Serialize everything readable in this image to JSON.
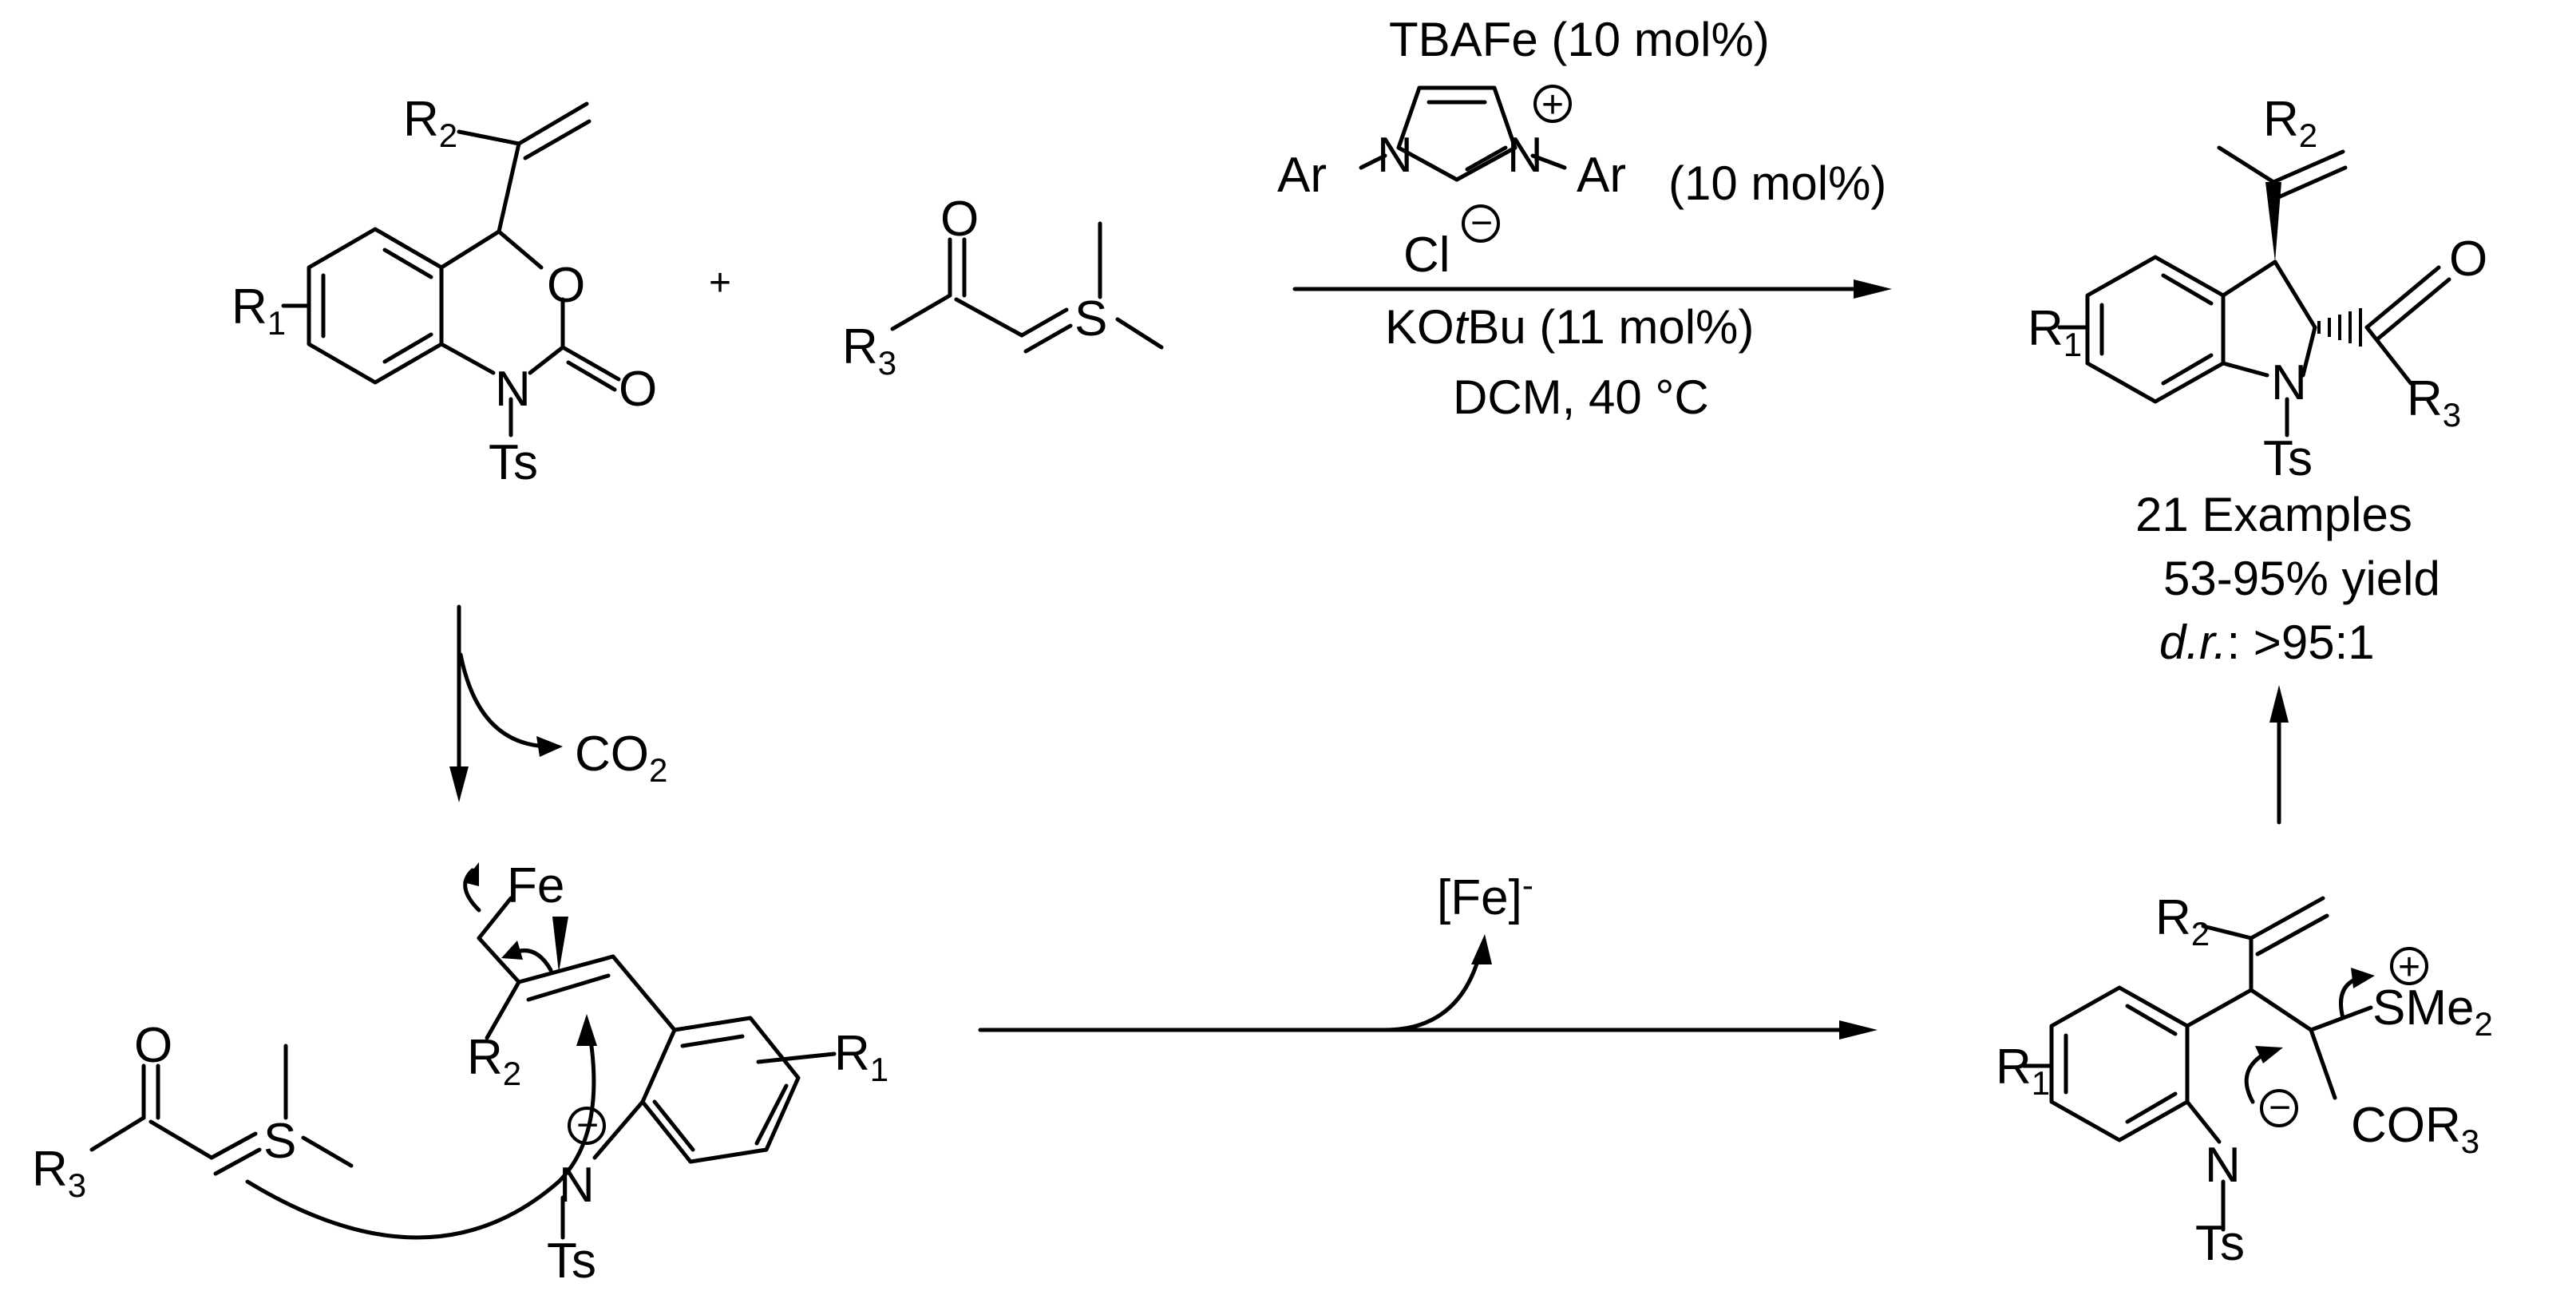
{
  "colors": {
    "ink": "#000000",
    "background": "#ffffff"
  },
  "top_reaction": {
    "catalyst": "TBAFe (10 mol%)",
    "nhc_loading": "(10 mol%)",
    "base": "KOtBu (11 mol%)",
    "base_prefix": "KO",
    "base_italic": "t",
    "base_suffix": "Bu (11 mol%)",
    "solvent_temp": "DCM, 40 °C",
    "plus": "+"
  },
  "labels": {
    "ar": "Ar",
    "n": "N",
    "o": "O",
    "s": "S",
    "ts": "Ts",
    "cl": "Cl",
    "r": "R",
    "sub1": "1",
    "sub2": "2",
    "sub3": "3",
    "fe": "Fe",
    "plus_charge": "+",
    "minus_charge": "−",
    "co": "CO",
    "sme": "SMe",
    "cor": "COR",
    "fe_bracket": "[Fe]",
    "fe_minus": "-"
  },
  "product_summary": {
    "examples": "21 Examples",
    "yield": "53-95% yield",
    "dr_label": "d.r.",
    "dr_value": ": >95:1"
  }
}
